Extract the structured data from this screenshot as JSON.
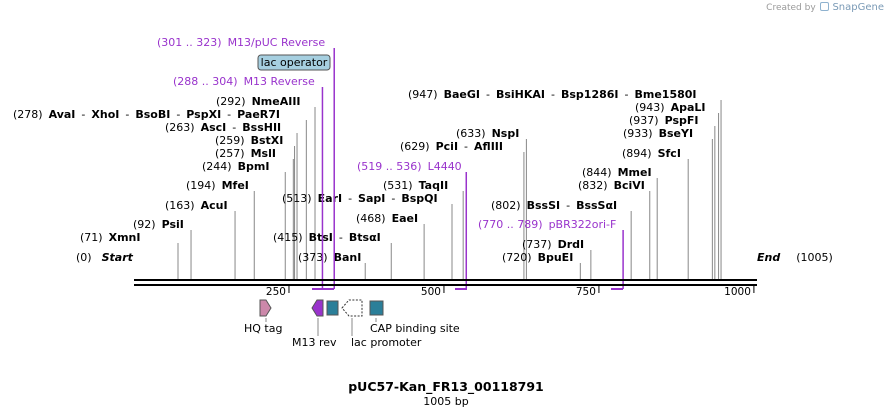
{
  "branding": {
    "created_by": "Created by",
    "product": "SnapGene"
  },
  "colors": {
    "primer": "#9933cc",
    "hq_tag": "#cc88aa",
    "m13_rev": "#9933cc",
    "lac_operator": "#a6cfe0",
    "cap_site": "#2b7f99",
    "lac_promoter": "#ffffff"
  },
  "map": {
    "title": "pUC57-Kan_FR13_00118791",
    "length_label": "1005 bp",
    "length": 1005,
    "start": {
      "pos": "(0)",
      "name": "Start"
    },
    "end": {
      "name": "End",
      "pos": "(1005)"
    },
    "ticks": [
      {
        "bp": 250,
        "label": "250"
      },
      {
        "bp": 500,
        "label": "500"
      },
      {
        "bp": 750,
        "label": "750"
      },
      {
        "bp": 1000,
        "label": "1000"
      }
    ]
  },
  "enzyme_rows": [
    {
      "bp": 71,
      "pos": "(71)",
      "names": [
        "XmnI"
      ]
    },
    {
      "bp": 92,
      "pos": "(92)",
      "names": [
        "PsiI"
      ]
    },
    {
      "bp": 163,
      "pos": "(163)",
      "names": [
        "AcuI"
      ]
    },
    {
      "bp": 194,
      "pos": "(194)",
      "names": [
        "MfeI"
      ]
    },
    {
      "bp": 244,
      "pos": "(244)",
      "names": [
        "BpmI"
      ]
    },
    {
      "bp": 257,
      "pos": "(257)",
      "names": [
        "MslI"
      ]
    },
    {
      "bp": 259,
      "pos": "(259)",
      "names": [
        "BstXI"
      ]
    },
    {
      "bp": 263,
      "pos": "(263)",
      "names": [
        "AscI",
        "BssHII"
      ]
    },
    {
      "bp": 278,
      "pos": "(278)",
      "names": [
        "AvaI",
        "XhoI",
        "BsoBI",
        "PspXI",
        "PaeR7I"
      ]
    },
    {
      "bp": 292,
      "pos": "(292)",
      "names": [
        "NmeAIII"
      ]
    },
    {
      "bp": 373,
      "pos": "(373)",
      "names": [
        "BanI"
      ]
    },
    {
      "bp": 415,
      "pos": "(415)",
      "names": [
        "BtsI",
        "BtsαI"
      ]
    },
    {
      "bp": 513,
      "pos": "(513)",
      "names": [
        "EarI",
        "SapI",
        "BspQI"
      ]
    },
    {
      "bp": 468,
      "pos": "(468)",
      "names": [
        "EaeI"
      ]
    },
    {
      "bp": 531,
      "pos": "(531)",
      "names": [
        "TaqII"
      ]
    },
    {
      "bp": 629,
      "pos": "(629)",
      "names": [
        "PciI",
        "AflIII"
      ]
    },
    {
      "bp": 633,
      "pos": "(633)",
      "names": [
        "NspI"
      ]
    },
    {
      "bp": 720,
      "pos": "(720)",
      "names": [
        "BpuEI"
      ]
    },
    {
      "bp": 737,
      "pos": "(737)",
      "names": [
        "DrdI"
      ]
    },
    {
      "bp": 802,
      "pos": "(802)",
      "names": [
        "BssSI",
        "BssSαI"
      ]
    },
    {
      "bp": 832,
      "pos": "(832)",
      "names": [
        "BciVI"
      ]
    },
    {
      "bp": 844,
      "pos": "(844)",
      "names": [
        "MmeI"
      ]
    },
    {
      "bp": 894,
      "pos": "(894)",
      "names": [
        "SfcI"
      ]
    },
    {
      "bp": 933,
      "pos": "(933)",
      "names": [
        "BseYI"
      ]
    },
    {
      "bp": 937,
      "pos": "(937)",
      "names": [
        "PspFI"
      ]
    },
    {
      "bp": 943,
      "pos": "(943)",
      "names": [
        "ApaLI"
      ]
    },
    {
      "bp": 947,
      "pos": "(947)",
      "names": [
        "BaeGI",
        "BsiHKAI",
        "Bsp1286I",
        "Bme1580I"
      ]
    }
  ],
  "primers": [
    {
      "range": "(301 .. 323)",
      "name": "M13/pUC Reverse",
      "bp": 323
    },
    {
      "range": "(288 .. 304)",
      "name": "M13 Reverse",
      "bp": 304
    },
    {
      "range": "(519 .. 536)",
      "name": "L4440",
      "bp": 536
    },
    {
      "range": "(770 .. 789)",
      "name": "pBR322ori-F",
      "bp": 789
    }
  ],
  "features": {
    "lac_operator": "lac operator",
    "hq_tag": "HQ tag",
    "m13_rev": "M13 rev",
    "lac_promoter": "lac promoter",
    "cap_site": "CAP binding site"
  }
}
